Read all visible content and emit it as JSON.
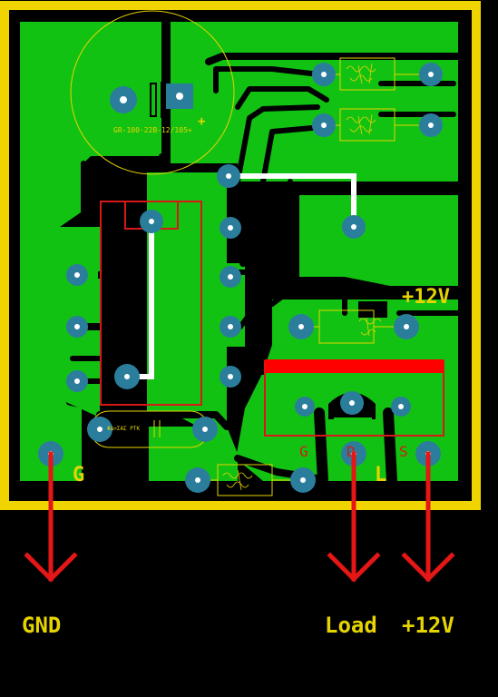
{
  "board": {
    "cap_marking": "GR-100-22B-12/105+",
    "cap_plus": "+",
    "cap_small_marking": "ΦΔ>ΣΑΣ ΡΤΚ",
    "label_plus12v_board": "+12V",
    "label_g_board": "G",
    "label_l_board": "L",
    "pin_g": "G",
    "pin_d": "D",
    "pin_s": "S"
  },
  "outputs": {
    "gnd": "GND",
    "load": "Load",
    "plus12v": "+12V"
  },
  "colors": {
    "background": "#000000",
    "copper": "#12c212",
    "board_outline": "#f0d400",
    "silkscreen": "#e6d400",
    "pad_ring": "#2a7e9c",
    "jumper": "#ffffff",
    "courtyard": "#d71818",
    "arrow": "#e51616"
  }
}
